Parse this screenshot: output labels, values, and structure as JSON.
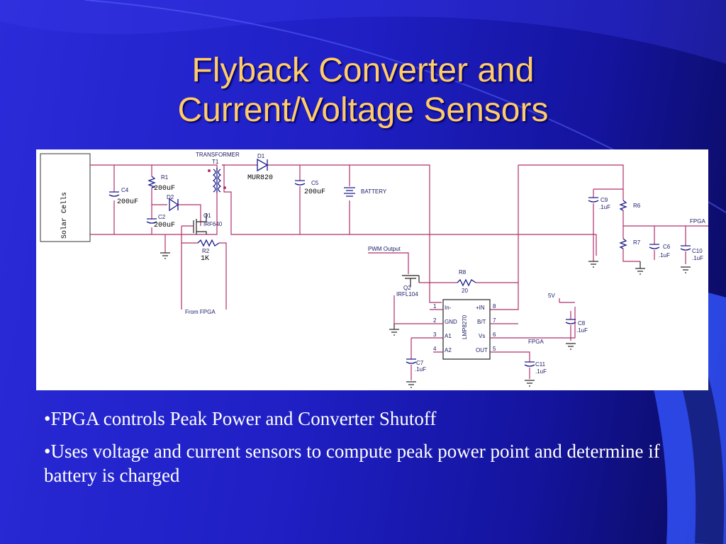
{
  "slide": {
    "title_line1": "Flyback Converter and",
    "title_line2": "Current/Voltage Sensors",
    "bullets": [
      "•FPGA controls Peak Power and Converter Shutoff",
      "•Uses voltage and current sensors to compute peak power point and determine if battery is charged"
    ]
  },
  "colors": {
    "title": "#ffcc66",
    "background": "#1f1fc4",
    "wire": "#b0306a",
    "component": "#1a1a8a"
  },
  "schematic": {
    "solar_cells": "Solar Cells",
    "transformer": "TRANSFORMER",
    "t1": "T1",
    "d1": "D1",
    "d1_part": "MUR820",
    "d2": "D2",
    "q1": "Q1",
    "q1_part": "IRF640",
    "q2": "Q2",
    "q2_part": "IRFL104",
    "c4": "C4",
    "c4_val": "200uF",
    "r1": "R1",
    "r1_val": "200uF",
    "c2": "C2",
    "c2_val": "200uF",
    "r2": "R2",
    "r2_val": "1K",
    "from_fpga": "From FPGA",
    "c5": "C5",
    "c5_val": "200uF",
    "battery": "BATTERY",
    "pwm": "PWM Output",
    "r8": "R8",
    "r8_val": "20",
    "c9": "C9",
    "c9_val": ".1uF",
    "r6": "R6",
    "r7": "R7",
    "c6": "C6",
    "c6_val": ".1uF",
    "c10": "C10",
    "c10_val": ".1uF",
    "fpga_top": "FPGA",
    "fpga_mid": "FPGA",
    "five_v": "5V",
    "c8": "C8",
    "c8_val": ".1uF",
    "c7": "C7",
    "c7_val": ".1uF",
    "c11": "C11",
    "c11_val": ".1uF",
    "ic_part": "LMP8270",
    "ic_pins": {
      "p1": "1",
      "p2": "2",
      "p3": "3",
      "p4": "4",
      "p5": "5",
      "p6": "6",
      "p7": "7",
      "p8": "8",
      "in_minus": "In-",
      "gnd": "GND",
      "a1": "A1",
      "a2": "A2",
      "plus_in": "+IN",
      "bt": "B/T",
      "vs": "Vs",
      "out": "OUT"
    }
  }
}
